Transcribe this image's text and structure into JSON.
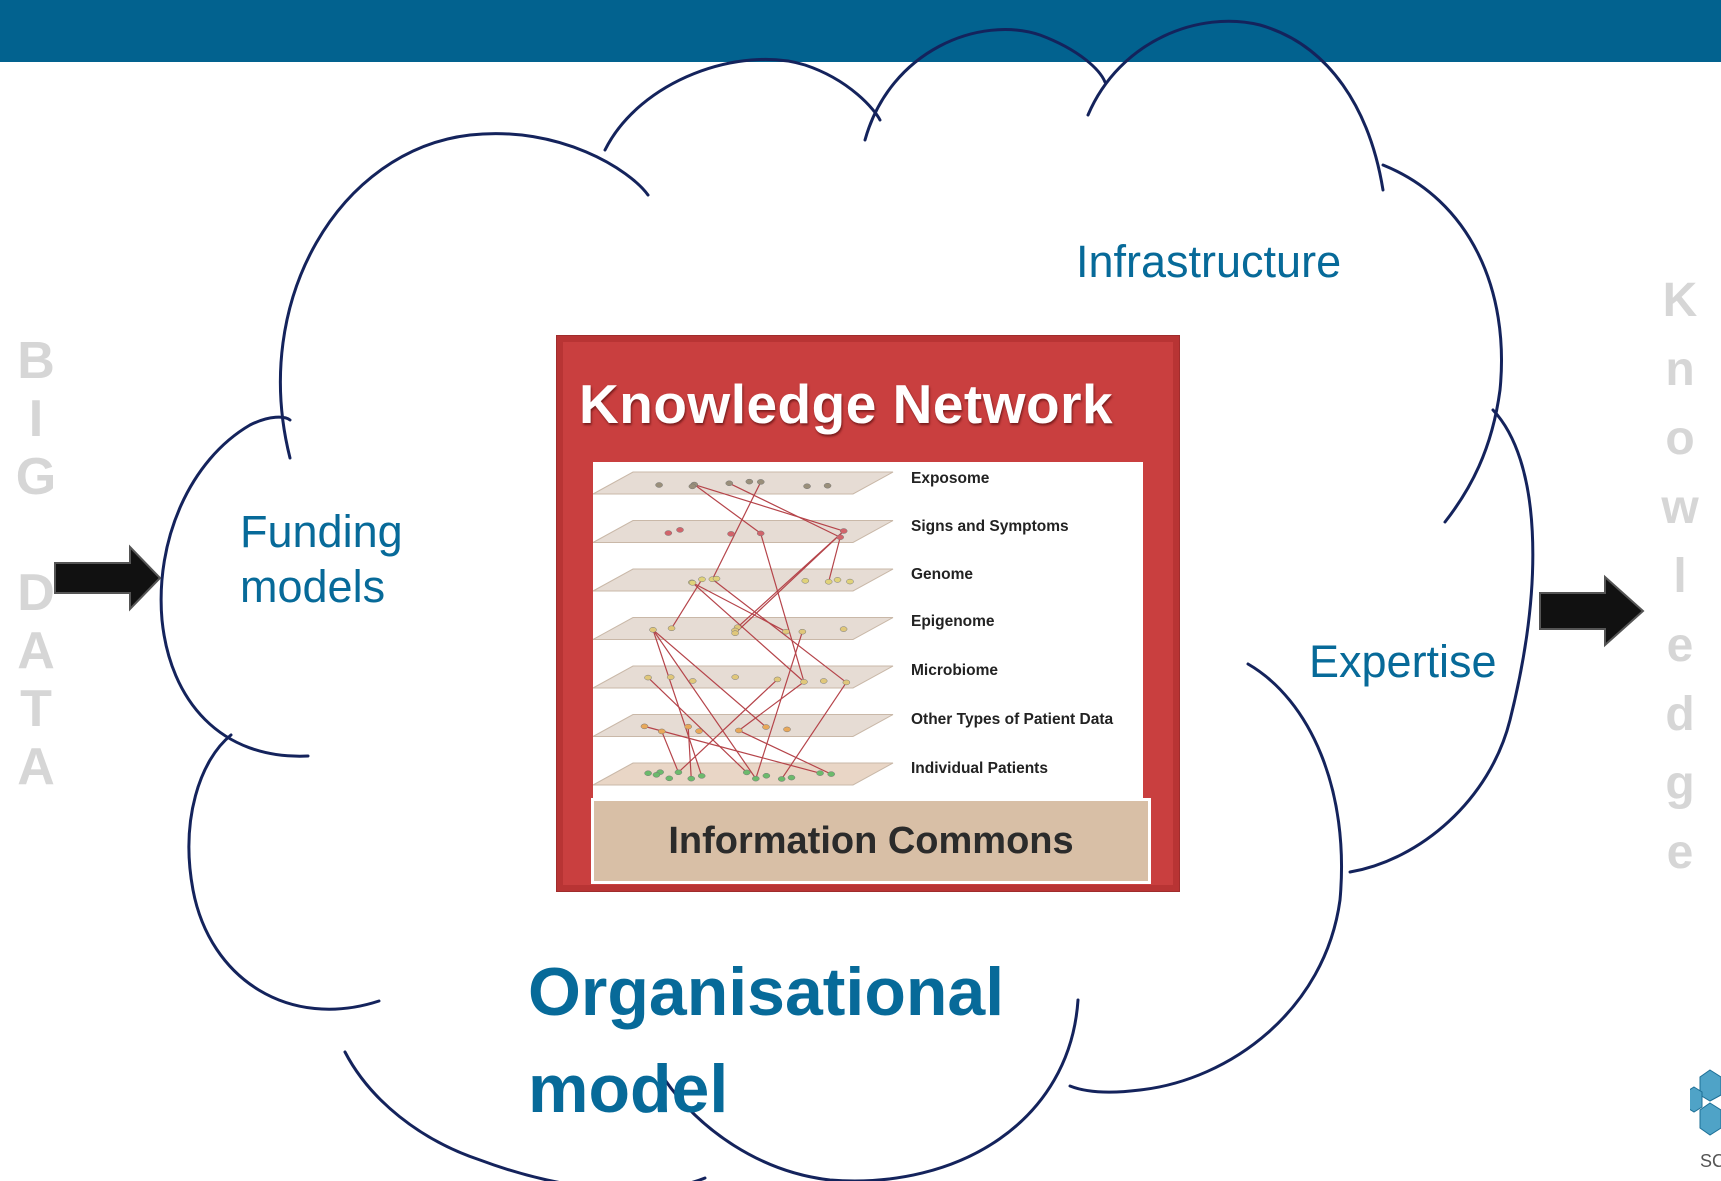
{
  "header_bar": {
    "color": "#02628f"
  },
  "side_left": {
    "letters": [
      "B",
      "I",
      "G",
      "",
      "D",
      "A",
      "T",
      "A"
    ]
  },
  "side_right": {
    "letters": [
      "K",
      "n",
      "o",
      "w",
      "l",
      "e",
      "d",
      "g",
      "e"
    ]
  },
  "labels": {
    "infrastructure": "Infrastructure",
    "funding": [
      "Funding",
      "models"
    ],
    "expertise": "Expertise",
    "organisational": [
      "Organisational",
      "model"
    ]
  },
  "figure": {
    "title": "Knowledge Network",
    "layers": [
      "Exposome",
      "Signs and Symptoms",
      "Genome",
      "Epigenome",
      "Microbiome",
      "Other Types of Patient Data",
      "Individual Patients"
    ],
    "commons": "Information Commons"
  },
  "logo": {
    "text": "SC"
  },
  "colors": {
    "accent": "#076a99",
    "cloud_outline": "#14235c",
    "arrow": "#111111",
    "figure_red": "#c93f3f",
    "side_text": "#d6d6d6"
  }
}
